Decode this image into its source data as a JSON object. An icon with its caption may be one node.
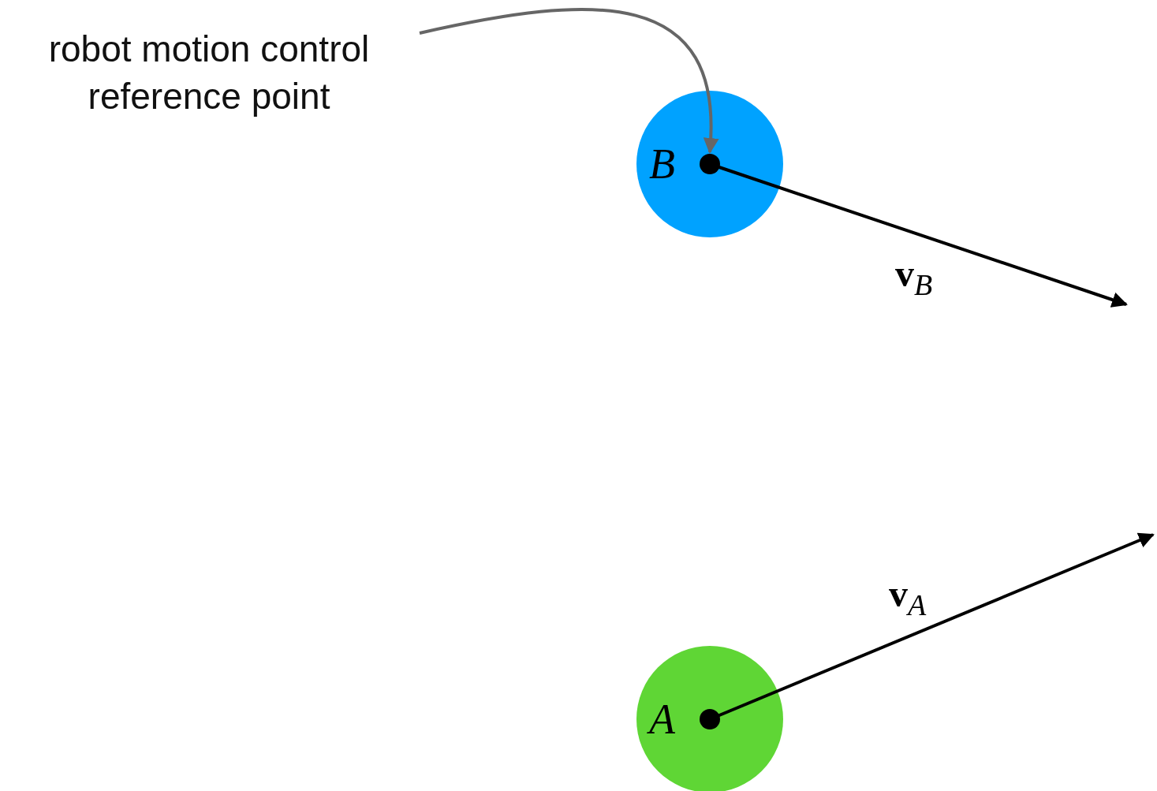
{
  "diagram": {
    "nodes": [
      {
        "text": [
          "robot motion control reference point"
        ]
      },
      {
        "text": [
          "B"
        ]
      },
      {
        "text": [],
        "shape": "circle",
        "in": 1
      },
      {
        "text": [
          "A"
        ]
      }
    ],
    "edges": [
      {
        "from": 0,
        "to": 2,
        "arrow": "to",
        "color": "#666666"
      }
    ],
    "labels": [
      "**v**$_{B}$",
      "**v**$_{A}$"
    ]
  }
}
